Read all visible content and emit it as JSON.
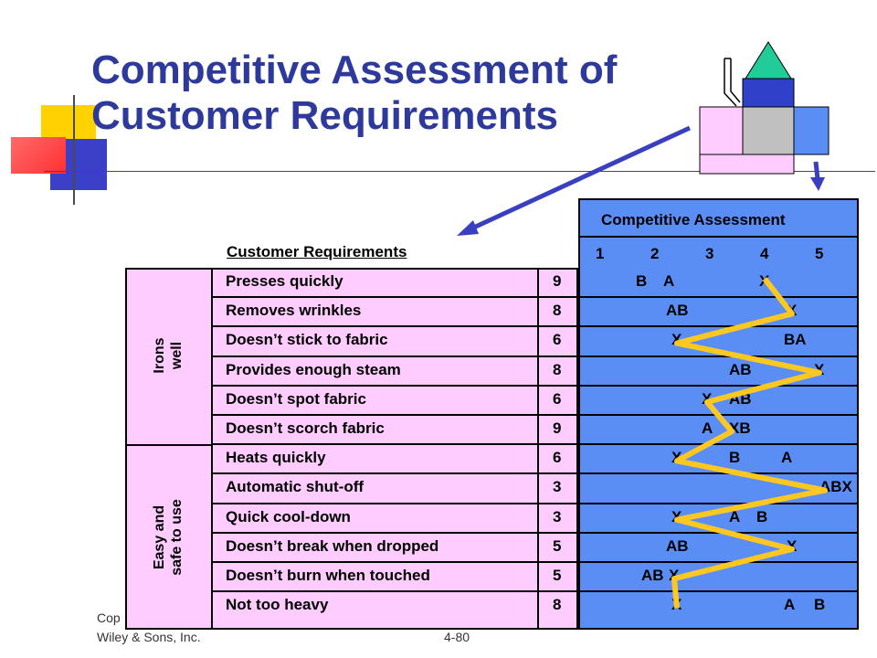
{
  "title": {
    "line1": "Competitive Assessment of",
    "line2": "Customer Requirements"
  },
  "table": {
    "requirements_header": "Customer Requirements",
    "assessment_header": "Competitive Assessment",
    "scale": [
      "1",
      "2",
      "3",
      "4",
      "5"
    ],
    "groups": [
      {
        "label_line1": "Irons",
        "label_line2": "well",
        "rows": 6
      },
      {
        "label_line1": "Easy and",
        "label_line2": "safe to use",
        "rows": 6
      }
    ],
    "rows": [
      {
        "requirement": "Presses quickly",
        "importance": "9",
        "marks": [
          {
            "text": "B",
            "pos": 1.75
          },
          {
            "text": "A",
            "pos": 2.25
          },
          {
            "text": "X",
            "pos": 4.0
          }
        ]
      },
      {
        "requirement": "Removes wrinkles",
        "importance": "8",
        "marks": [
          {
            "text": "AB",
            "pos": 2.3
          },
          {
            "text": "X",
            "pos": 4.5
          }
        ]
      },
      {
        "requirement": "Doesn’t stick to fabric",
        "importance": "6",
        "marks": [
          {
            "text": "X",
            "pos": 2.4
          },
          {
            "text": "BA",
            "pos": 4.45
          }
        ]
      },
      {
        "requirement": "Provides enough steam",
        "importance": "8",
        "marks": [
          {
            "text": "AB",
            "pos": 3.45
          },
          {
            "text": "X",
            "pos": 5.0
          }
        ]
      },
      {
        "requirement": "Doesn’t spot fabric",
        "importance": "6",
        "marks": [
          {
            "text": "X",
            "pos": 2.95
          },
          {
            "text": "AB",
            "pos": 3.45
          }
        ]
      },
      {
        "requirement": "Doesn’t scorch fabric",
        "importance": "9",
        "marks": [
          {
            "text": "A",
            "pos": 2.95
          },
          {
            "text": "XB",
            "pos": 3.45
          }
        ]
      },
      {
        "requirement": "Heats quickly",
        "importance": "6",
        "marks": [
          {
            "text": "X",
            "pos": 2.4
          },
          {
            "text": "B",
            "pos": 3.45
          },
          {
            "text": "A",
            "pos": 4.4
          }
        ]
      },
      {
        "requirement": "Automatic shut-off",
        "importance": "3",
        "marks": [
          {
            "text": "ABX",
            "pos": 5.1
          }
        ]
      },
      {
        "requirement": "Quick cool-down",
        "importance": "3",
        "marks": [
          {
            "text": "X",
            "pos": 2.4
          },
          {
            "text": "A",
            "pos": 3.45
          },
          {
            "text": "B",
            "pos": 3.95
          }
        ]
      },
      {
        "requirement": "Doesn’t break when dropped",
        "importance": "5",
        "marks": [
          {
            "text": "AB",
            "pos": 2.3
          },
          {
            "text": "X",
            "pos": 4.5
          }
        ]
      },
      {
        "requirement": "Doesn’t burn when touched",
        "importance": "5",
        "marks": [
          {
            "text": "AB",
            "pos": 1.85
          },
          {
            "text": "X",
            "pos": 2.35
          }
        ]
      },
      {
        "requirement": "Not too heavy",
        "importance": "8",
        "marks": [
          {
            "text": "X",
            "pos": 2.4
          },
          {
            "text": "A",
            "pos": 4.45
          },
          {
            "text": "B",
            "pos": 5.0
          }
        ]
      }
    ],
    "x_line_scores": [
      4.0,
      4.5,
      2.4,
      5.0,
      2.95,
      3.4,
      2.4,
      5.1,
      2.4,
      4.5,
      2.35,
      2.4
    ]
  },
  "footer": {
    "copyright_line1": "Cop",
    "copyright_line2": "Wiley & Sons, Inc.",
    "slide_number": "4-80"
  },
  "colors": {
    "title": "#2e3a9b",
    "pink": "#ffccff",
    "blue": "#5b8ef5",
    "line": "#ffc820",
    "arrow": "#3a3fc0"
  }
}
